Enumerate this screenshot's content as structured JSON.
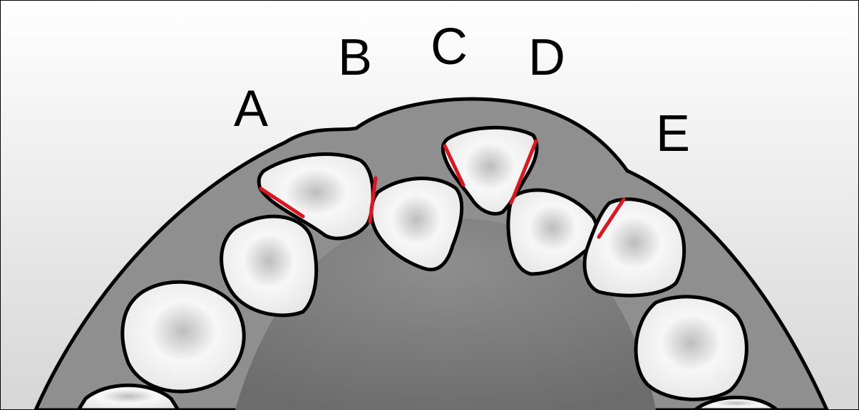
{
  "labels": {
    "a": "A",
    "b": "B",
    "c": "C",
    "d": "D",
    "e": "E"
  },
  "colors": {
    "background_top": "#ffffff",
    "background_bottom": "#d9d9d9",
    "gum": "#8c8c8c",
    "palate": "#7a7a7a",
    "tooth": "#f2f2f2",
    "outline": "#000000",
    "contact_line": "#e0141c"
  }
}
